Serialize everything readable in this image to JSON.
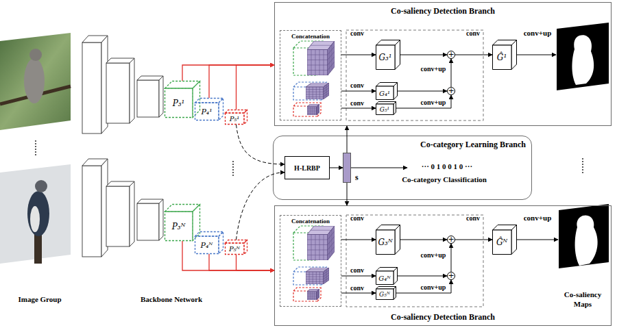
{
  "diagram": {
    "nodes": [
      {
        "text": [
          "P₃¹"
        ]
      },
      {
        "text": [
          "P₄¹"
        ]
      },
      {
        "text": [
          "P₅¹"
        ]
      },
      {
        "text": [
          "Co-saliency Detection Branch"
        ]
      },
      {
        "text": [
          "Concatenation"
        ],
        "in": 3
      },
      {
        "text": [
          "G₃¹"
        ],
        "in": 3
      },
      {
        "text": [
          "G₄¹"
        ],
        "in": 3
      },
      {
        "text": [
          "G₅¹"
        ],
        "in": 3
      },
      {
        "text": [
          "+"
        ],
        "in": 3
      },
      {
        "text": [
          "+"
        ],
        "in": 3
      },
      {
        "text": [
          "Ĝ¹"
        ],
        "in": 3
      },
      {
        "text": [
          "Co-category Learning Branch"
        ]
      },
      {
        "text": [
          "H-LRBP"
        ],
        "in": 11
      },
      {
        "text": [
          "s"
        ],
        "in": 11
      },
      {
        "text": [
          "P₃ᴺ"
        ]
      },
      {
        "text": [
          "P₄ᴺ"
        ]
      },
      {
        "text": [
          "P₅ᴺ"
        ]
      },
      {
        "text": [
          "Co-saliency Detection Branch"
        ]
      },
      {
        "text": [
          "Concatenation"
        ],
        "in": 17
      },
      {
        "text": [
          "G₃ᴺ"
        ],
        "in": 17
      },
      {
        "text": [
          "G₄ᴺ"
        ],
        "in": 17
      },
      {
        "text": [
          "G₅ᴺ"
        ],
        "in": 17
      },
      {
        "text": [
          "+"
        ],
        "in": 17
      },
      {
        "text": [
          "+"
        ],
        "in": 17
      },
      {
        "text": [
          "Ĝᴺ"
        ],
        "in": 17
      }
    ],
    "edges": [
      {
        "from": 0,
        "to": 3,
        "arrow": "to"
      },
      {
        "from": 1,
        "to": 3,
        "arrow": "to"
      },
      {
        "from": 2,
        "to": 3,
        "arrow": "to"
      },
      {
        "from": 2,
        "to": 12,
        "arrow": "to"
      },
      {
        "from": 16,
        "to": 12,
        "arrow": "to"
      },
      {
        "from": 12,
        "to": 13,
        "arrow": "to"
      },
      {
        "from": 13,
        "to": 3,
        "arrow": "to"
      },
      {
        "from": 13,
        "to": 17,
        "arrow": "to"
      },
      {
        "from": 14,
        "to": 17,
        "arrow": "to"
      },
      {
        "from": 15,
        "to": 17,
        "arrow": "to"
      },
      {
        "from": 16,
        "to": 17,
        "arrow": "to"
      },
      {
        "from": 4,
        "to": 5,
        "label": "conv",
        "arrow": "to"
      },
      {
        "from": 4,
        "to": 6,
        "label": "conv",
        "arrow": "to"
      },
      {
        "from": 4,
        "to": 7,
        "label": "conv",
        "arrow": "to"
      },
      {
        "from": 5,
        "to": 8,
        "arrow": "to"
      },
      {
        "from": 6,
        "to": 9,
        "arrow": "to"
      },
      {
        "from": 7,
        "to": 9,
        "label": "conv+up",
        "arrow": "to"
      },
      {
        "from": 9,
        "to": 8,
        "label": "conv+up",
        "arrow": "to"
      },
      {
        "from": 8,
        "to": 10,
        "label": "conv",
        "arrow": "to"
      },
      {
        "from": 18,
        "to": 19,
        "label": "conv",
        "arrow": "to"
      },
      {
        "from": 18,
        "to": 20,
        "label": "conv",
        "arrow": "to"
      },
      {
        "from": 18,
        "to": 21,
        "label": "conv",
        "arrow": "to"
      },
      {
        "from": 19,
        "to": 22,
        "arrow": "to"
      },
      {
        "from": 20,
        "to": 23,
        "arrow": "to"
      },
      {
        "from": 21,
        "to": 23,
        "label": "conv+up",
        "arrow": "to"
      },
      {
        "from": 23,
        "to": 22,
        "label": "conv+up",
        "arrow": "to"
      },
      {
        "from": 22,
        "to": 24,
        "label": "conv",
        "arrow": "to"
      }
    ],
    "labels": [
      "conv+up",
      "··· 0 1 0 0 1 0 ···",
      "Co-category Classification",
      "conv+up",
      "Image Group",
      "Backbone Network",
      "Co-saliency Maps"
    ]
  }
}
